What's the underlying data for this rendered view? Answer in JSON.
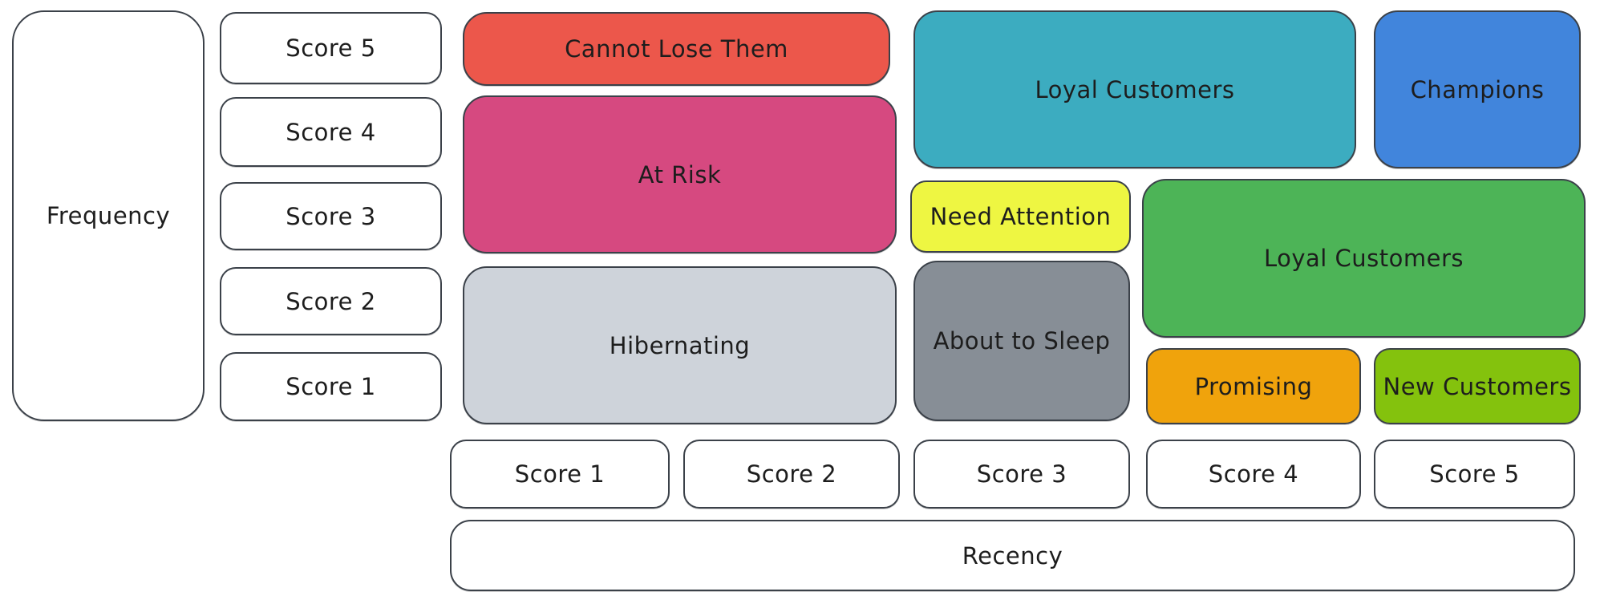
{
  "diagram": {
    "type": "rfm-segmentation-matrix",
    "text_color": "#1d1d1d",
    "outline_color": "#3b4149",
    "background": "#ffffff"
  },
  "frequency_axis": {
    "label": "Frequency",
    "scores": [
      "Score 5",
      "Score 4",
      "Score 3",
      "Score 2",
      "Score 1"
    ]
  },
  "recency_axis": {
    "label": "Recency",
    "scores": [
      "Score 1",
      "Score 2",
      "Score 3",
      "Score 4",
      "Score 5"
    ]
  },
  "segments": {
    "cannot_lose_them": {
      "label": "Cannot Lose Them",
      "fill": "#ec574b"
    },
    "at_risk": {
      "label": "At Risk",
      "fill": "#d64980"
    },
    "hibernating": {
      "label": "Hibernating",
      "fill": "#ced3da"
    },
    "loyal_customers_top": {
      "label": "Loyal Customers",
      "fill": "#3cacc0"
    },
    "champions": {
      "label": "Champions",
      "fill": "#4185dc"
    },
    "need_attention": {
      "label": "Need Attention",
      "fill": "#eef642"
    },
    "loyal_customers_mid": {
      "label": "Loyal Customers",
      "fill": "#4db457"
    },
    "about_to_sleep": {
      "label": "About to Sleep",
      "fill": "#878e96"
    },
    "promising": {
      "label": "Promising",
      "fill": "#f0a30c"
    },
    "new_customers": {
      "label": "New Customers",
      "fill": "#84c20d"
    }
  }
}
